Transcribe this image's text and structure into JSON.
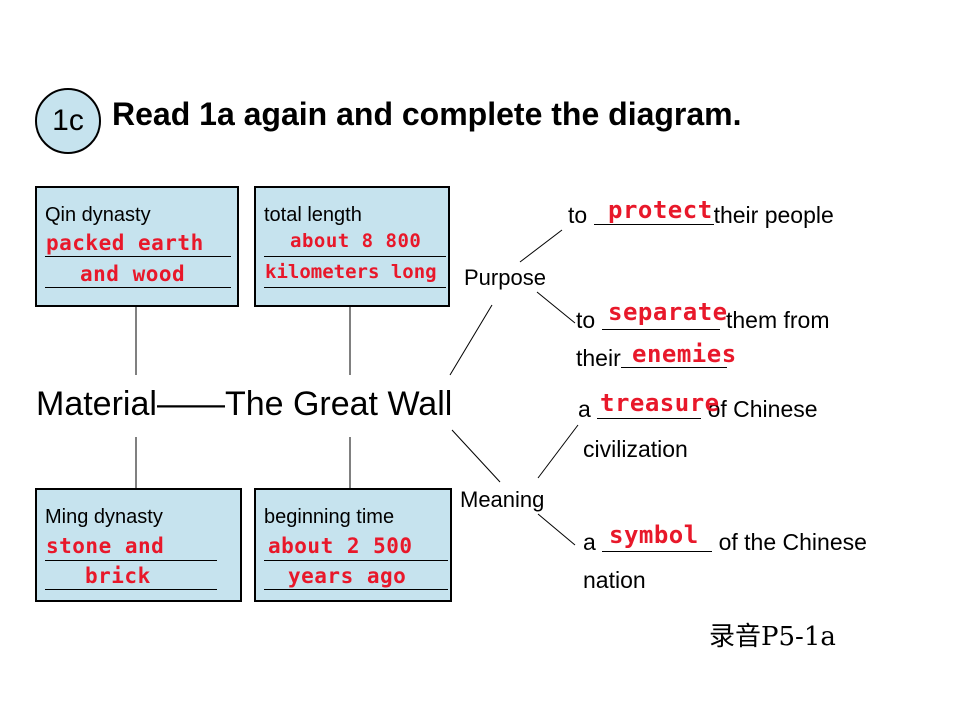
{
  "badge": "1c",
  "title": "Read 1a again and complete the diagram.",
  "center": {
    "material": "Material",
    "dash": "——",
    "subject": "The Great Wall"
  },
  "boxes": {
    "qin": {
      "label": "Qin dynasty",
      "line1": "packed earth",
      "line2": "and wood"
    },
    "length": {
      "label": "total length",
      "line1": "about 8 800",
      "line2": "kilometers long"
    },
    "ming": {
      "label": "Ming dynasty",
      "line1": "stone and",
      "line2": "brick"
    },
    "time": {
      "label": "beginning time",
      "line1": "about 2 500",
      "line2": "years ago"
    }
  },
  "purpose": {
    "label": "Purpose",
    "item1": {
      "before": "to",
      "answer": "protect",
      "after": "their people"
    },
    "item2": {
      "before": "to",
      "answer": "separate",
      "after": "them from",
      "line2_before": "their",
      "answer2": "enemies"
    }
  },
  "meaning": {
    "label": "Meaning",
    "item1": {
      "before": "a",
      "answer": "treasure",
      "after": "of Chinese",
      "line2": "civilization"
    },
    "item2": {
      "before": "a",
      "answer": "symbol",
      "after": "of the Chinese",
      "line2": "nation"
    }
  },
  "audio": "录音P5-1a",
  "colors": {
    "box_fill": "#c6e3ee",
    "answer_red": "#e8182a"
  }
}
